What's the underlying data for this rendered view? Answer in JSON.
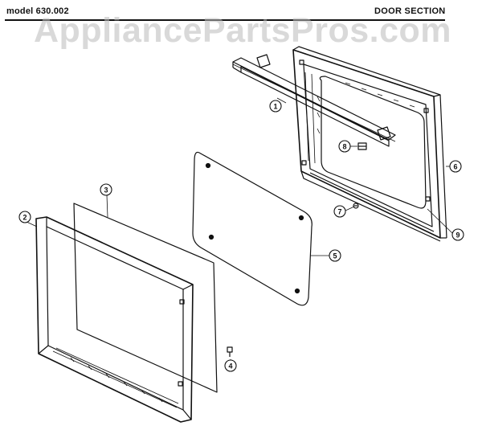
{
  "header": {
    "model": "model 630.002",
    "section": "DOOR SECTION"
  },
  "watermark": "AppliancePartsPros.com",
  "callouts": [
    {
      "id": "1",
      "label": "1"
    },
    {
      "id": "2",
      "label": "2"
    },
    {
      "id": "3",
      "label": "3"
    },
    {
      "id": "4",
      "label": "4"
    },
    {
      "id": "5",
      "label": "5"
    },
    {
      "id": "6",
      "label": "6"
    },
    {
      "id": "7",
      "label": "7"
    },
    {
      "id": "8",
      "label": "8"
    },
    {
      "id": "9",
      "label": "9"
    }
  ],
  "colors": {
    "ink": "#111111",
    "watermark": "#b9b9b9"
  }
}
